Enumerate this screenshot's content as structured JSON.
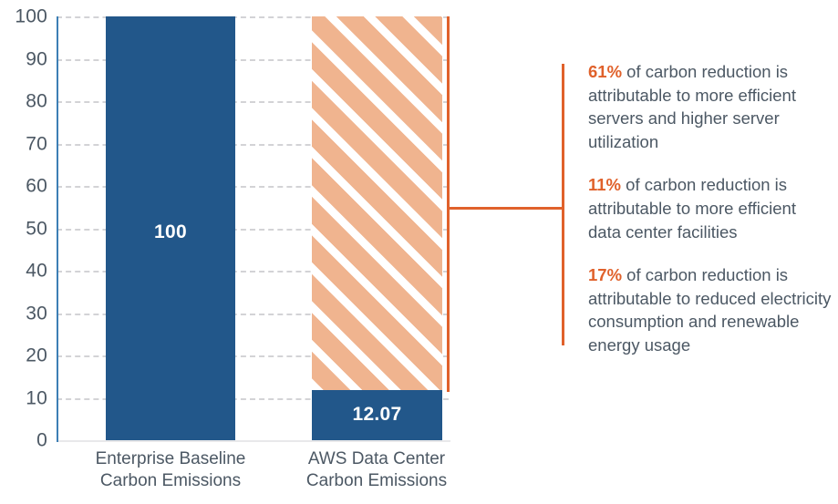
{
  "chart_data": {
    "type": "bar",
    "title": "",
    "subtitle": "",
    "xlabel": "",
    "ylabel": "",
    "ylim": [
      0,
      100
    ],
    "yticks": [
      0,
      10,
      20,
      30,
      40,
      50,
      60,
      70,
      80,
      90,
      100
    ],
    "ytick_labels": [
      "0",
      "10",
      "20",
      "30",
      "40",
      "50",
      "60",
      "70",
      "80",
      "90",
      "100"
    ],
    "grid": true,
    "legend": "none",
    "categories": [
      "Enterprise Baseline\nCarbon Emissions",
      "AWS Data Center\nCarbon Emissions"
    ],
    "values": [
      100,
      12.07
    ],
    "data_labels": [
      "100",
      "12.07"
    ],
    "bars": [
      {
        "category_line1": "Enterprise Baseline",
        "category_line2": "Carbon Emissions",
        "value": 100,
        "label": "100",
        "style": "solid",
        "color": "#22578a"
      },
      {
        "category_line1": "AWS Data Center",
        "category_line2": "Carbon Emissions",
        "value": 12.07,
        "label": "12.07",
        "style": "solid-with-hatched-reduction",
        "color": "#22578a",
        "reduction_value": 87.93,
        "reduction_color": "#f0b48f",
        "reduction_hatch": "diagonal-white-stripes"
      }
    ],
    "annotations": [
      {
        "percent": "61%",
        "text": " of carbon reduction is attributable to more efficient servers and higher server utilization"
      },
      {
        "percent": "11%",
        "text": " of carbon reduction is attributable to more efficient data center facilities"
      },
      {
        "percent": "17%",
        "text": " of carbon reduction is attributable to reduced electricity consumption and renewable energy usage"
      }
    ]
  },
  "colors": {
    "bar_blue": "#22578a",
    "hatch_peach": "#f0b48f",
    "accent_orange": "#e0612b",
    "text_slate": "#4c5864",
    "gridline_gray": "#d3d3d6",
    "axis_blue": "#3d7fb5"
  }
}
